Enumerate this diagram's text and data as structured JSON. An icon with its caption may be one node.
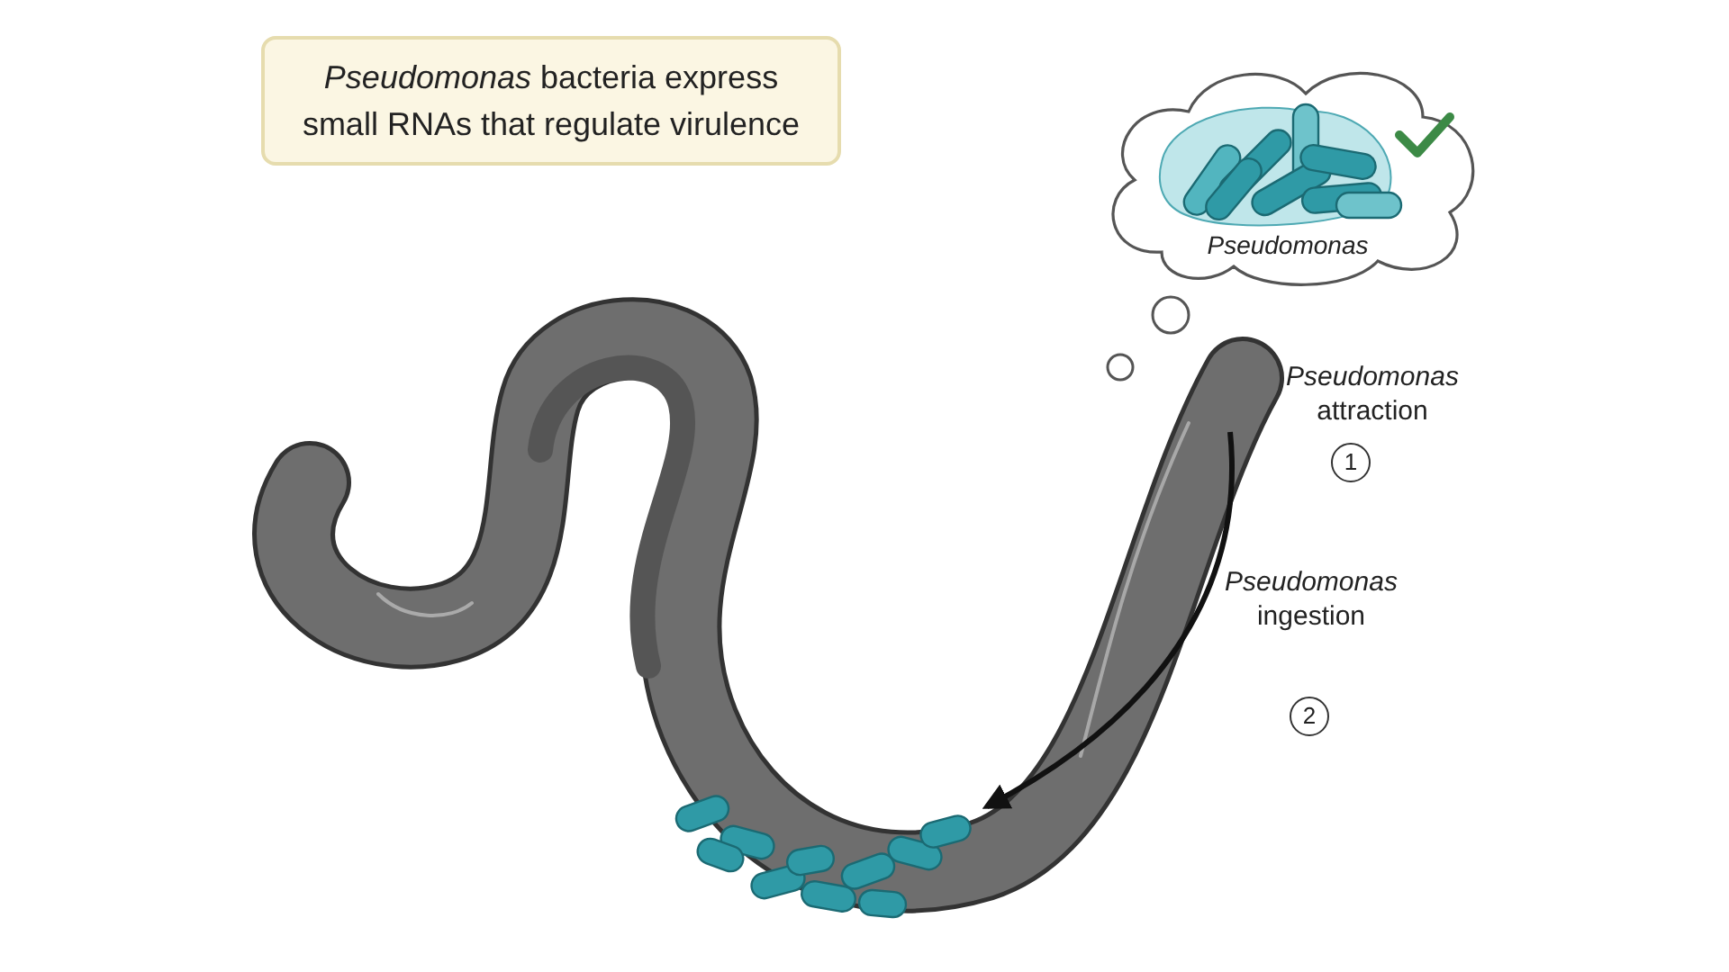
{
  "diagram": {
    "title": "*Pseudomonas* bacteria express small RNAs that regulate virulence",
    "nodes": [
      {
        "text": [
          "Pseudomonas"
        ]
      },
      {
        "text": [],
        "shape": "picture"
      }
    ],
    "edges": [
      {
        "from": null,
        "to": 1,
        "arrow": "to"
      }
    ],
    "labels": [
      "*Pseudomonas* attraction",
      "1",
      "*Pseudomonas* ingestion",
      "2"
    ]
  }
}
